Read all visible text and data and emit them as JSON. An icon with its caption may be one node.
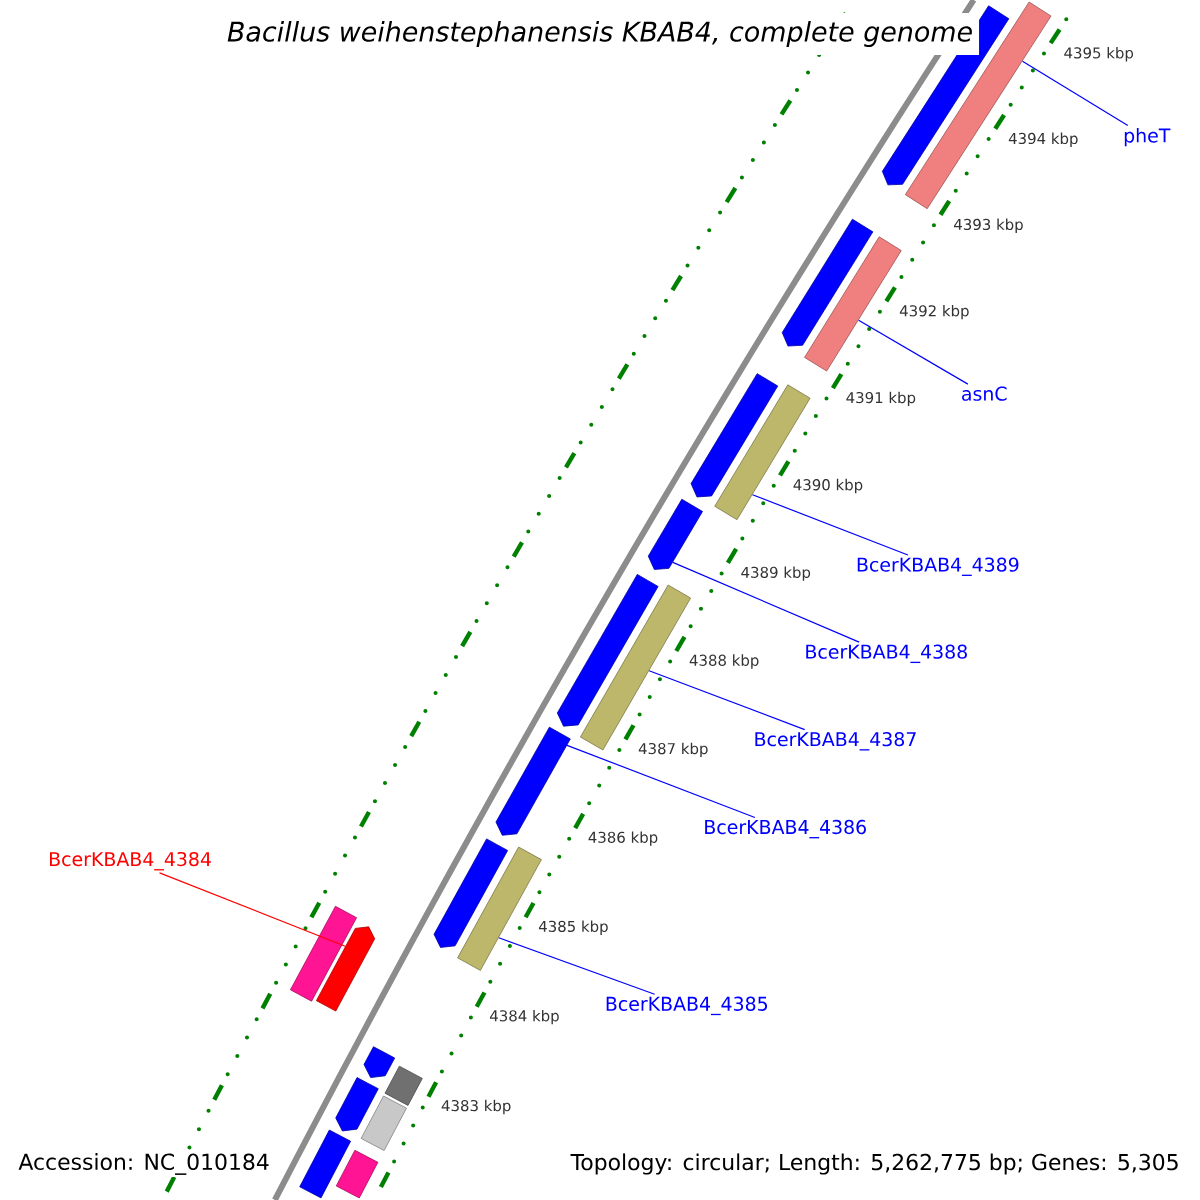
{
  "diagram": {
    "title": "Bacillus weihenstephanensis KBAB4, complete genome",
    "nodes": [
      {
        "text": [
          "pheT"
        ]
      },
      {
        "text": [
          "asnC"
        ]
      },
      {
        "text": [
          "BcerKBAB4_4389"
        ]
      },
      {
        "text": [
          "BcerKBAB4_4388"
        ]
      },
      {
        "text": [
          "BcerKBAB4_4387"
        ]
      },
      {
        "text": [
          "BcerKBAB4_4386"
        ]
      },
      {
        "text": [
          "BcerKBAB4_4385"
        ]
      },
      {
        "text": [
          "BcerKBAB4_4384"
        ]
      },
      {
        "text": [],
        "shape": "pentagon"
      },
      {
        "text": [],
        "shape": "box"
      },
      {
        "text": [],
        "shape": "pentagon"
      },
      {
        "text": [],
        "shape": "box"
      },
      {
        "text": [],
        "shape": "pentagon"
      },
      {
        "text": [],
        "shape": "box"
      },
      {
        "text": [],
        "shape": "pentagon"
      },
      {
        "text": [],
        "shape": "pentagon"
      },
      {
        "text": [],
        "shape": "box"
      },
      {
        "text": [],
        "shape": "pentagon"
      },
      {
        "text": [],
        "shape": "pentagon"
      },
      {
        "text": [],
        "shape": "box"
      },
      {
        "text": [],
        "shape": "box"
      },
      {
        "text": [],
        "shape": "pentagon"
      },
      {
        "text": [],
        "shape": "pentagon"
      },
      {
        "text": [],
        "shape": "box"
      },
      {
        "text": [],
        "shape": "pentagon"
      },
      {
        "text": [],
        "shape": "box"
      },
      {
        "text": [],
        "shape": "box"
      },
      {
        "text": [],
        "shape": "box"
      }
    ],
    "edges": [
      {
        "from": 0,
        "to": 9,
        "arrow": "none"
      },
      {
        "from": 1,
        "to": 11,
        "arrow": "none"
      },
      {
        "from": 2,
        "to": 13,
        "arrow": "none"
      },
      {
        "from": 3,
        "to": 14,
        "arrow": "none"
      },
      {
        "from": 4,
        "to": 16,
        "arrow": "none"
      },
      {
        "from": 5,
        "to": 17,
        "arrow": "none"
      },
      {
        "from": 6,
        "to": 19,
        "arrow": "none"
      },
      {
        "from": 7,
        "to": 21,
        "arrow": "none",
        "color": "#ff0000"
      }
    ],
    "labels": [
      "4395 kbp",
      "4394 kbp",
      "4393 kbp",
      "4392 kbp",
      "4391 kbp",
      "4390 kbp",
      "4389 kbp",
      "4388 kbp",
      "4387 kbp",
      "4386 kbp",
      "4385 kbp",
      "4384 kbp",
      "4383 kbp",
      "Accession: NC_010184",
      "Topology: circular; Length: 5,262,775 bp; Genes: 5,305"
    ]
  }
}
